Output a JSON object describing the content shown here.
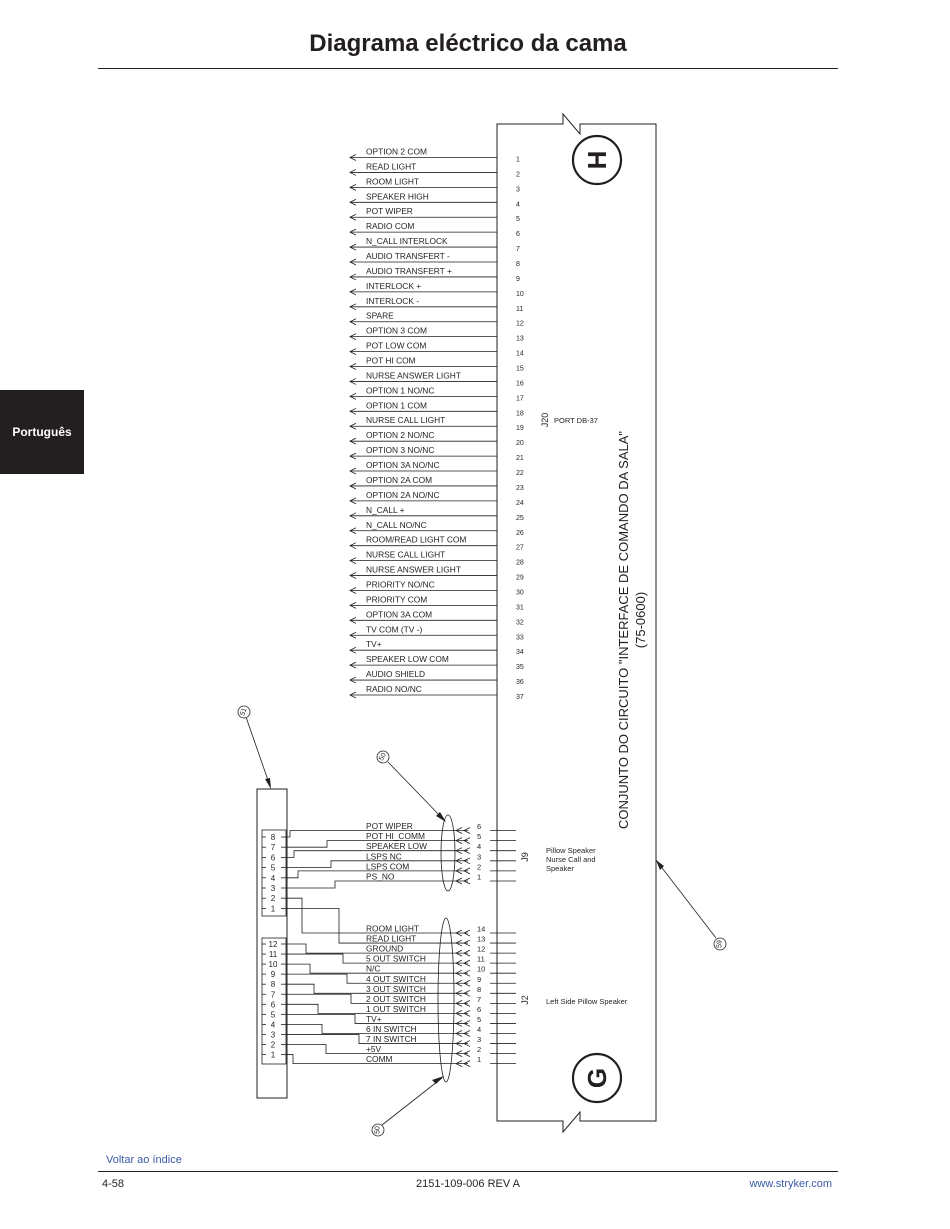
{
  "page": {
    "title": "Diagrama eléctrico da cama",
    "side_tab": "Português",
    "back_link": "Voltar ao índice",
    "page_number": "4-58",
    "doc_number": "2151-109-006 REV A",
    "website": "www.stryker.com"
  },
  "board": {
    "label_line1": "CONJUNTO DO CIRCUITO \"INTERFACE DE COMANDO DA SALA\"",
    "label_line2": "(75-0600)",
    "marker_top": "H",
    "marker_bottom": "G",
    "callout": "59"
  },
  "j20": {
    "name": "J20",
    "port": "PORT DB-37",
    "pins": [
      {
        "num": "1",
        "label": "OPTION 2 COM"
      },
      {
        "num": "2",
        "label": "READ LIGHT"
      },
      {
        "num": "3",
        "label": "ROOM LIGHT"
      },
      {
        "num": "4",
        "label": "SPEAKER HIGH"
      },
      {
        "num": "5",
        "label": "POT WIPER"
      },
      {
        "num": "6",
        "label": "RADIO COM"
      },
      {
        "num": "7",
        "label": "N_CALL INTERLOCK"
      },
      {
        "num": "8",
        "label": "AUDIO TRANSFERT -"
      },
      {
        "num": "9",
        "label": "AUDIO TRANSFERT +"
      },
      {
        "num": "10",
        "label": "INTERLOCK +"
      },
      {
        "num": "11",
        "label": "INTERLOCK -"
      },
      {
        "num": "12",
        "label": "SPARE"
      },
      {
        "num": "13",
        "label": "OPTION 3 COM"
      },
      {
        "num": "14",
        "label": "POT LOW COM"
      },
      {
        "num": "15",
        "label": "POT HI COM"
      },
      {
        "num": "16",
        "label": "NURSE ANSWER LIGHT"
      },
      {
        "num": "17",
        "label": "OPTION 1 NO/NC"
      },
      {
        "num": "18",
        "label": "OPTION 1 COM"
      },
      {
        "num": "19",
        "label": "NURSE CALL LIGHT"
      },
      {
        "num": "20",
        "label": "OPTION 2 NO/NC"
      },
      {
        "num": "21",
        "label": "OPTION 3 NO/NC"
      },
      {
        "num": "22",
        "label": "OPTION 3A NO/NC"
      },
      {
        "num": "23",
        "label": "OPTION 2A COM"
      },
      {
        "num": "24",
        "label": "OPTION 2A NO/NC"
      },
      {
        "num": "25",
        "label": "N_CALL +"
      },
      {
        "num": "26",
        "label": "N_CALL NO/NC"
      },
      {
        "num": "27",
        "label": "ROOM/READ LIGHT COM"
      },
      {
        "num": "28",
        "label": "NURSE CALL LIGHT"
      },
      {
        "num": "29",
        "label": "NURSE ANSWER LIGHT"
      },
      {
        "num": "30",
        "label": "PRIORITY NO/NC"
      },
      {
        "num": "31",
        "label": "PRIORITY COM"
      },
      {
        "num": "32",
        "label": "OPTION 3A COM"
      },
      {
        "num": "33",
        "label": "TV COM (TV -)"
      },
      {
        "num": "34",
        "label": "TV+"
      },
      {
        "num": "35",
        "label": "SPEAKER LOW COM"
      },
      {
        "num": "36",
        "label": "AUDIO SHIELD"
      },
      {
        "num": "37",
        "label": "RADIO NO/NC"
      }
    ]
  },
  "j9": {
    "name": "J9",
    "desc": [
      "Pillow Speaker",
      "Nurse Call and",
      "Speaker"
    ],
    "pins": [
      {
        "num": "6",
        "label": "POT WIPER"
      },
      {
        "num": "5",
        "label": "POT HI_COMM"
      },
      {
        "num": "4",
        "label": "SPEAKER LOW"
      },
      {
        "num": "3",
        "label": "LSPS NC"
      },
      {
        "num": "2",
        "label": "LSPS COM"
      },
      {
        "num": "1",
        "label": "PS_NO"
      }
    ]
  },
  "j2": {
    "name": "J2",
    "desc": "Left Side Pillow Speaker",
    "pins": [
      {
        "num": "14",
        "label": "ROOM LIGHT"
      },
      {
        "num": "13",
        "label": "READ LIGHT"
      },
      {
        "num": "12",
        "label": "GROUND"
      },
      {
        "num": "11",
        "label": "5 OUT SWITCH"
      },
      {
        "num": "10",
        "label": "N/C"
      },
      {
        "num": "9",
        "label": "4 OUT SWITCH"
      },
      {
        "num": "8",
        "label": "3 OUT SWITCH"
      },
      {
        "num": "7",
        "label": "2 OUT SWITCH"
      },
      {
        "num": "6",
        "label": "1 OUT SWITCH"
      },
      {
        "num": "5",
        "label": "TV+"
      },
      {
        "num": "4",
        "label": "6 IN SWITCH"
      },
      {
        "num": "3",
        "label": "7 IN SWITCH"
      },
      {
        "num": "2",
        "label": "+5V"
      },
      {
        "num": "1",
        "label": "COMM"
      }
    ]
  },
  "left_connector": {
    "callout": "51",
    "upper_pins": [
      "8",
      "7",
      "6",
      "5",
      "4",
      "3",
      "2",
      "1"
    ],
    "lower_pins": [
      "12",
      "11",
      "10",
      "9",
      "8",
      "7",
      "6",
      "5",
      "4",
      "3",
      "2",
      "1"
    ]
  },
  "cable_callouts": {
    "upper": "50",
    "lower": "50"
  }
}
